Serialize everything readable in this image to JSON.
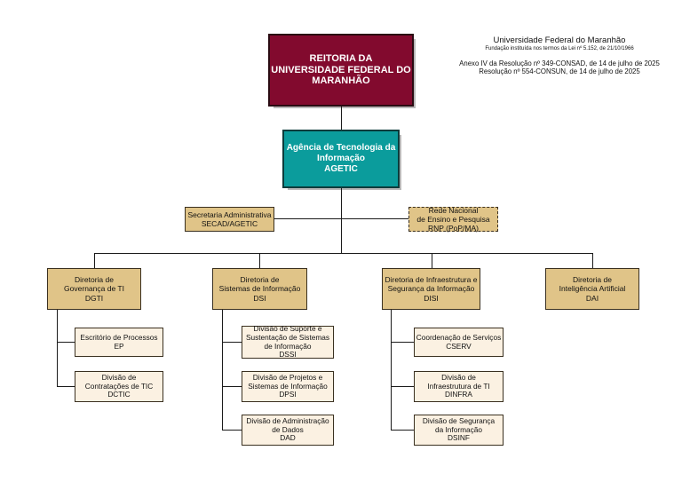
{
  "header": {
    "title": "Universidade Federal do Maranhão",
    "subtitle": "Fundação instituída nos termos da Lei nº 5.152, de 21/10/1966",
    "annex_line1": "Anexo IV da Resolução nº 349-CONSAD, de 14 de julho de 2025",
    "annex_line2": "Resolução nº 554-CONSUN, de 14 de julho de 2025"
  },
  "reitoria": {
    "line1": "REITORIA DA",
    "line2": "UNIVERSIDADE FEDERAL DO",
    "line3": "MARANHÃO"
  },
  "agetic": {
    "line1": "Agência de Tecnologia da",
    "line2": "Informação",
    "line3": "AGETIC"
  },
  "secad": {
    "line1": "Secretaria Administrativa",
    "line2": "SECAD/AGETIC"
  },
  "rnp": {
    "line1": "Rede Nacional",
    "line2": "de Ensino e Pesquisa",
    "line3": "RNP (PoP/MA)"
  },
  "directorates": {
    "dgti": {
      "line1": "Diretoria de",
      "line2": "Governança de TI",
      "line3": "DGTI"
    },
    "dsi": {
      "line1": "Diretoria de",
      "line2": "Sistemas de Informação",
      "line3": "DSI"
    },
    "disi": {
      "line1": "Diretoria de Infraestrutura e",
      "line2": "Segurança da Informação",
      "line3": "DISI"
    },
    "dai": {
      "line1": "Diretoria de",
      "line2": "Inteligência Artificial",
      "line3": "DAI"
    }
  },
  "units": {
    "ep": {
      "line1": "Escritório de Processos",
      "line2": "EP"
    },
    "dctic": {
      "line1": "Divisão de",
      "line2": "Contratações de TIC",
      "line3": "DCTIC"
    },
    "dssi": {
      "line1": "Divisão de Suporte e",
      "line2": "Sustentação de Sistemas",
      "line3": "de Informação",
      "line4": "DSSI"
    },
    "dpsi": {
      "line1": "Divisão de Projetos e",
      "line2": "Sistemas de Informação",
      "line3": "DPSI"
    },
    "dad": {
      "line1": "Divisão de Administração",
      "line2": "de Dados",
      "line3": "DAD"
    },
    "cserv": {
      "line1": "Coordenação de Serviços",
      "line2": "CSERV"
    },
    "dinfra": {
      "line1": "Divisão de",
      "line2": "Infraestrutura de TI",
      "line3": "DINFRA"
    },
    "dsinf": {
      "line1": "Divisão de Segurança",
      "line2": "da Informação",
      "line3": "DSINF"
    }
  }
}
